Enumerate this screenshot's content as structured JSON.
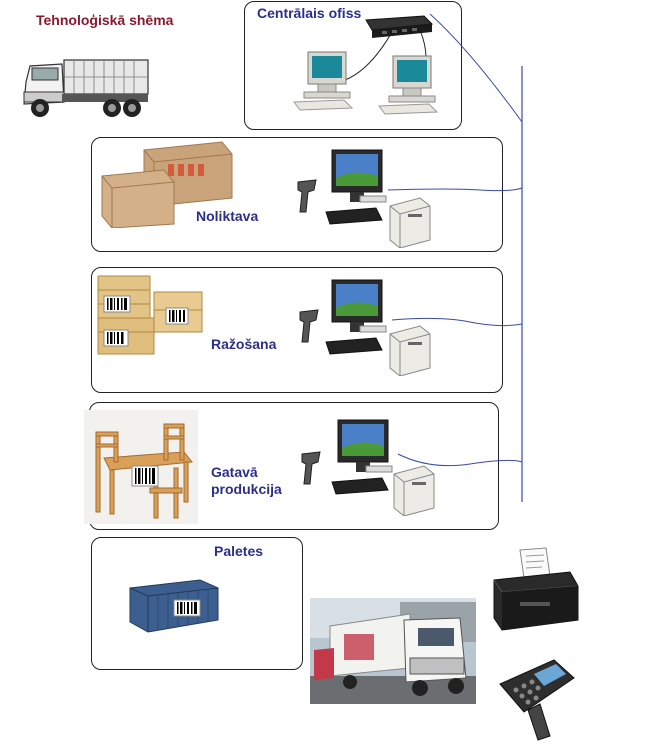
{
  "title": "Tehnoloģiskā shēma",
  "office": {
    "label": "Centrālais ofiss"
  },
  "sections": [
    {
      "label": "Noliktava"
    },
    {
      "label": "Ražošana"
    },
    {
      "label": "Gatavā produkcija"
    },
    {
      "label": "Paletes"
    }
  ],
  "colors": {
    "title": "#8b1a2b",
    "label": "#2b2f8a",
    "network_line": "#3a4aa8",
    "box_border": "#222222",
    "cardboard": "#c9a37a",
    "crate": "#e3c487",
    "container": "#3d5f8f",
    "wood": "#d9a05a"
  },
  "icons": [
    "truck-icon",
    "network-switch-icon",
    "computer-icon",
    "barcode-scanner-icon",
    "label-printer-icon",
    "cardboard-boxes-icon",
    "pallet-crates-icon",
    "table-chairs-icon",
    "shipping-container-icon",
    "trucks-photo-icon",
    "receipt-printer-icon",
    "mobile-terminal-icon"
  ]
}
